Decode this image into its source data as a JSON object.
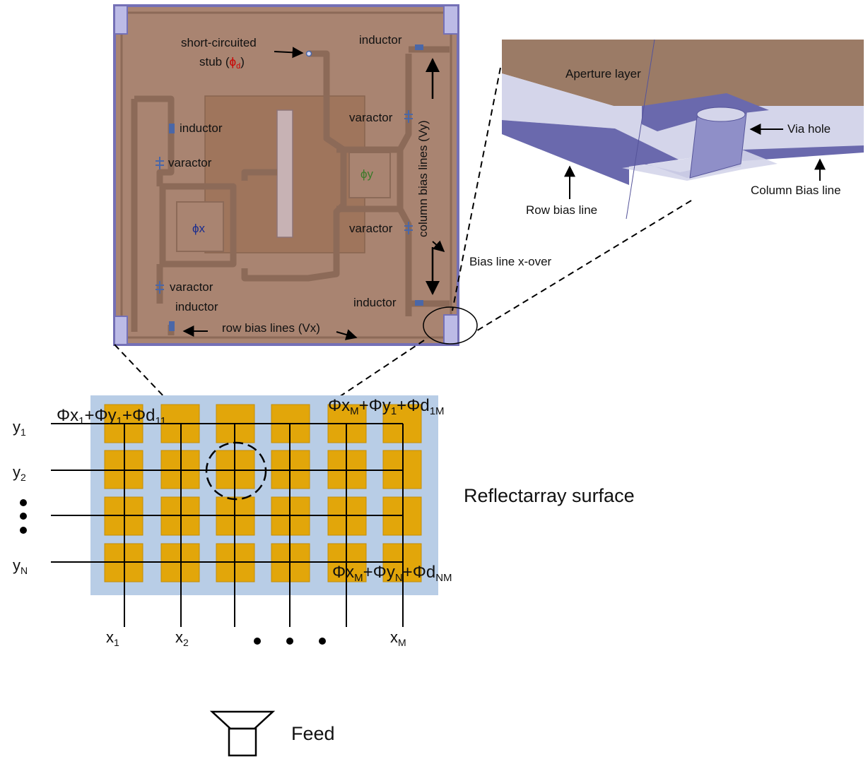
{
  "unit_cell": {
    "labels": {
      "stub_line1": "short-circuited",
      "stub_line2_prefix": "stub (",
      "stub_phi": "ϕ",
      "stub_sub": "d",
      "stub_line2_suffix": ")",
      "inductor": "inductor",
      "varactor": "varactor",
      "phi_x": "ϕx",
      "phi_y": "ϕy",
      "column_bias": "column bias lines (Vy)",
      "row_bias": "row bias lines (Vx)"
    },
    "colors": {
      "substrate": "#a98471",
      "dark_trace": "#8c6a58",
      "patch_overlay": "#9c7155",
      "border": "#7470b6",
      "corner_pad": "#bcbbe6",
      "phi_x_color": "#1b2d8f",
      "phi_y_color": "#3c7a2a",
      "stub_phi_color": "#cc0000",
      "component": "#4a67a8"
    }
  },
  "crossover_callout": {
    "label": "Bias line x-over"
  },
  "detail_3d": {
    "aperture_label": "Aperture layer",
    "via_label": "Via hole",
    "row_label": "Row bias line",
    "column_label": "Column Bias line",
    "colors": {
      "aperture": "#9b7b66",
      "light_line": "#d4d5ea",
      "dark_face": "#6a69ad",
      "mid_face": "#8f8fc8"
    }
  },
  "array": {
    "surface_label": "Reflectarray surface",
    "row_labels": [
      "y",
      "y",
      "y"
    ],
    "row_subs": [
      "1",
      "2",
      "N"
    ],
    "col_labels": [
      "x",
      "x",
      "x"
    ],
    "col_subs": [
      "1",
      "2",
      "M"
    ],
    "phase_top_left": {
      "parts": [
        "Φx",
        "1",
        "+Φy",
        "1",
        "+Φd",
        "11"
      ]
    },
    "phase_top_right": {
      "parts": [
        "Φx",
        "M",
        "+Φy",
        "1",
        "+Φd",
        "1M"
      ]
    },
    "phase_bottom_right": {
      "parts": [
        "Φx",
        "M",
        "+Φy",
        "N",
        "+Φd",
        "NM"
      ]
    },
    "colors": {
      "surface": "#b8cde6",
      "element": "#e2a60a",
      "element_edge": "#c48d05"
    }
  },
  "feed": {
    "label": "Feed"
  }
}
